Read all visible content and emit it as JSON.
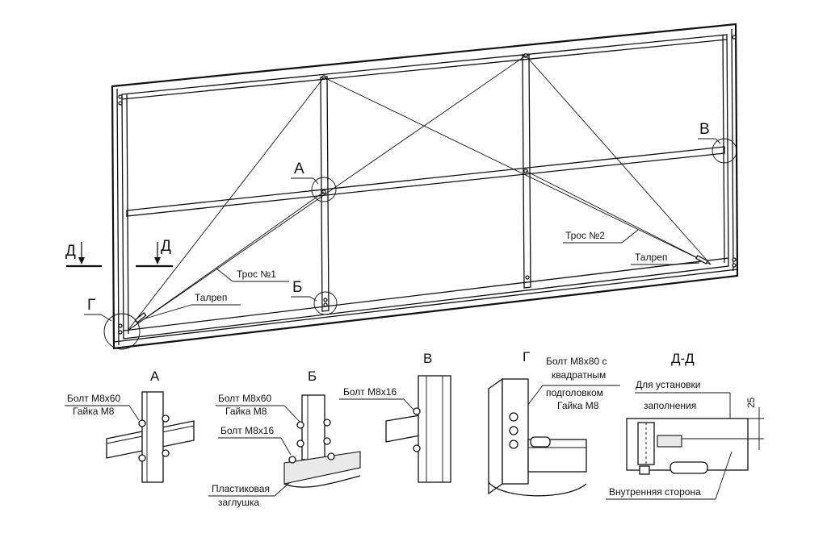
{
  "callouts": {
    "a": "А",
    "b": "Б",
    "v": "В",
    "g": "Г",
    "d": "Д"
  },
  "main_labels": {
    "cable1": "Трос №1",
    "cable2": "Трос №2",
    "turnbuckle_left": "Талреп",
    "turnbuckle_right": "Талреп"
  },
  "details": {
    "a": {
      "title": "А",
      "bolt": "Болт М8х60",
      "nut": "Гайка М8"
    },
    "b": {
      "title": "Б",
      "bolt": "Болт М8х60",
      "nut": "Гайка М8",
      "bolt2": "Болт М8х16",
      "cap_line1": "Пластиковая",
      "cap_line2": "заглушка"
    },
    "v": {
      "title": "В",
      "bolt": "Болт М8х16"
    },
    "g": {
      "title": "Г",
      "line1": "Болт М8х80 с",
      "line2": "квадратным",
      "line3": "подголовком",
      "line4": "Гайка М8"
    },
    "dd": {
      "title": "Д-Д",
      "label1": "Для установки",
      "label2": "заполнения",
      "dimension": "25",
      "inner_side": "Внутренняя сторона"
    }
  }
}
